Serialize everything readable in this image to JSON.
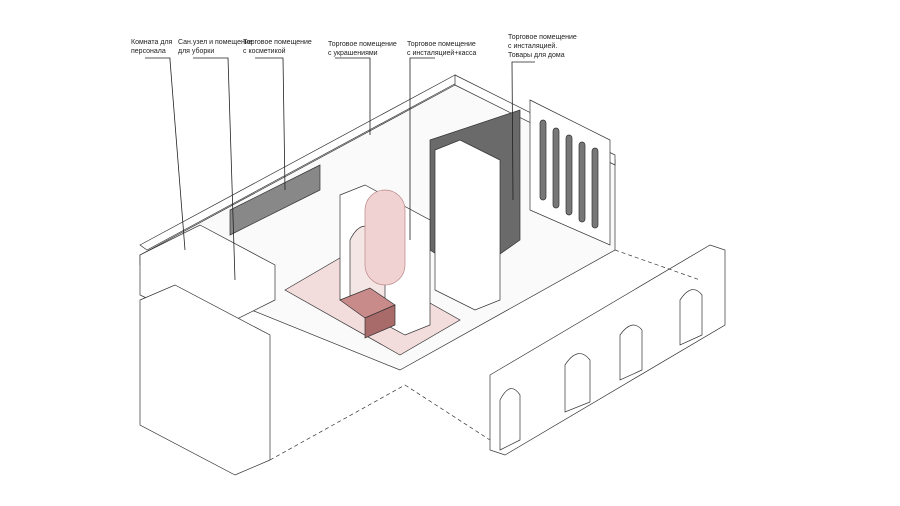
{
  "labels": [
    {
      "text": "Комната для\nперсонала"
    },
    {
      "text": "Сан.узел и помещение\nдля уборки"
    },
    {
      "text": "Торговое помещение\nс косметикой"
    },
    {
      "text": "Торговое помещение\nс украшениями"
    },
    {
      "text": "Торговое помещение\nс инсталяцией+касса"
    },
    {
      "text": "Торговое помещение\nс инсталяцией.\nТовары для дома"
    }
  ],
  "colors": {
    "line": "#333333",
    "wall": "#ffffff",
    "floor_pink": "#f3dcdc",
    "accent": "#c98a8a",
    "dark": "#555555"
  }
}
